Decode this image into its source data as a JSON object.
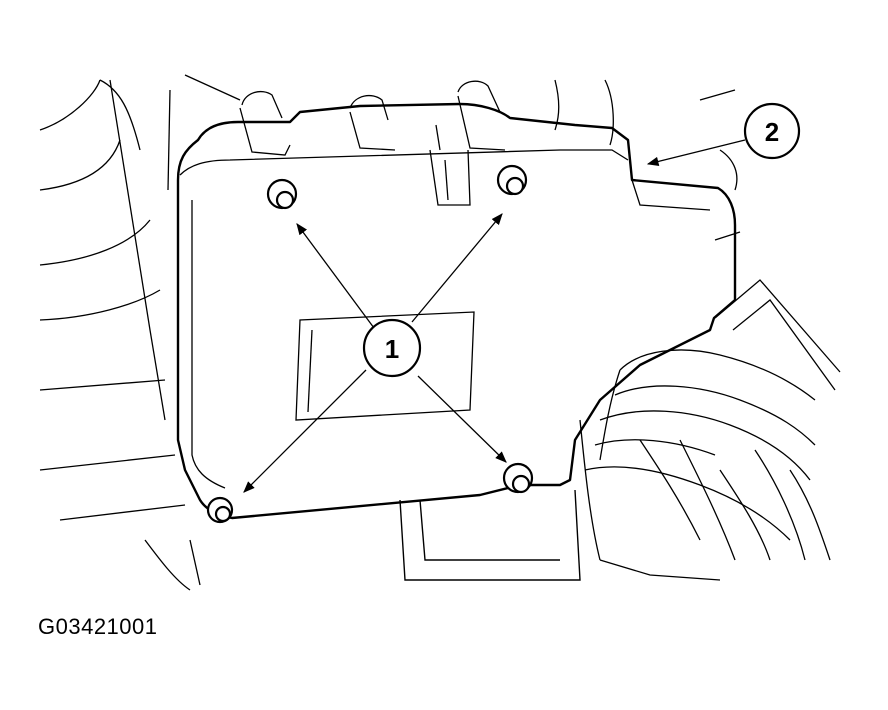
{
  "callouts": {
    "fasteners": "1",
    "module": "2"
  },
  "figure": {
    "code": "G03421001"
  },
  "colors": {
    "line": "#000000",
    "background": "#ffffff"
  }
}
